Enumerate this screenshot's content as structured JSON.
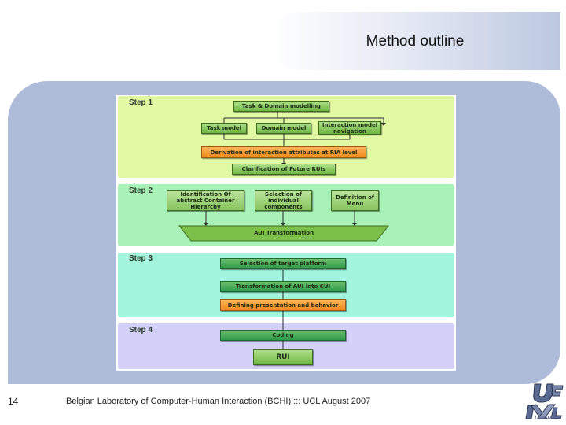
{
  "title": "Method outline",
  "steps": [
    "Step 1",
    "Step 2",
    "Step 3",
    "Step 4"
  ],
  "step1": {
    "task_domain": "Task & Domain modelling",
    "task_model": "Task model",
    "domain_model": "Domain model",
    "interaction_model": "Interaction model navigation",
    "derivation": "Derivation of interaction attributes at RIA level",
    "clarification": "Clarification of Future RUIs"
  },
  "step2": {
    "identification": "Identification Of abstract Container Hierarchy",
    "selection": "Selection of individual components",
    "definition": "Definition of Menu",
    "aui": "AUI Transformation"
  },
  "step3": {
    "platform": "Selection of target platform",
    "transformation": "Transformation of AUI into CUI",
    "defining": "Defining presentation and behavior"
  },
  "step4": {
    "coding": "Coding",
    "rui": "RUI"
  },
  "footer": {
    "page_number": "14",
    "text": "Belgian Laboratory of Computer-Human Interaction (BCHI) ::: UCL  August 2007"
  },
  "logo": {
    "text": "USIXML",
    "icon": "usixml-logo-icon"
  },
  "colors": {
    "step1_band": "#e2f9a4",
    "step2_band": "#a8f2b8",
    "step3_band": "#a2f4dc",
    "step4_band": "#d3d1fa",
    "panel": "#aebbd9"
  }
}
